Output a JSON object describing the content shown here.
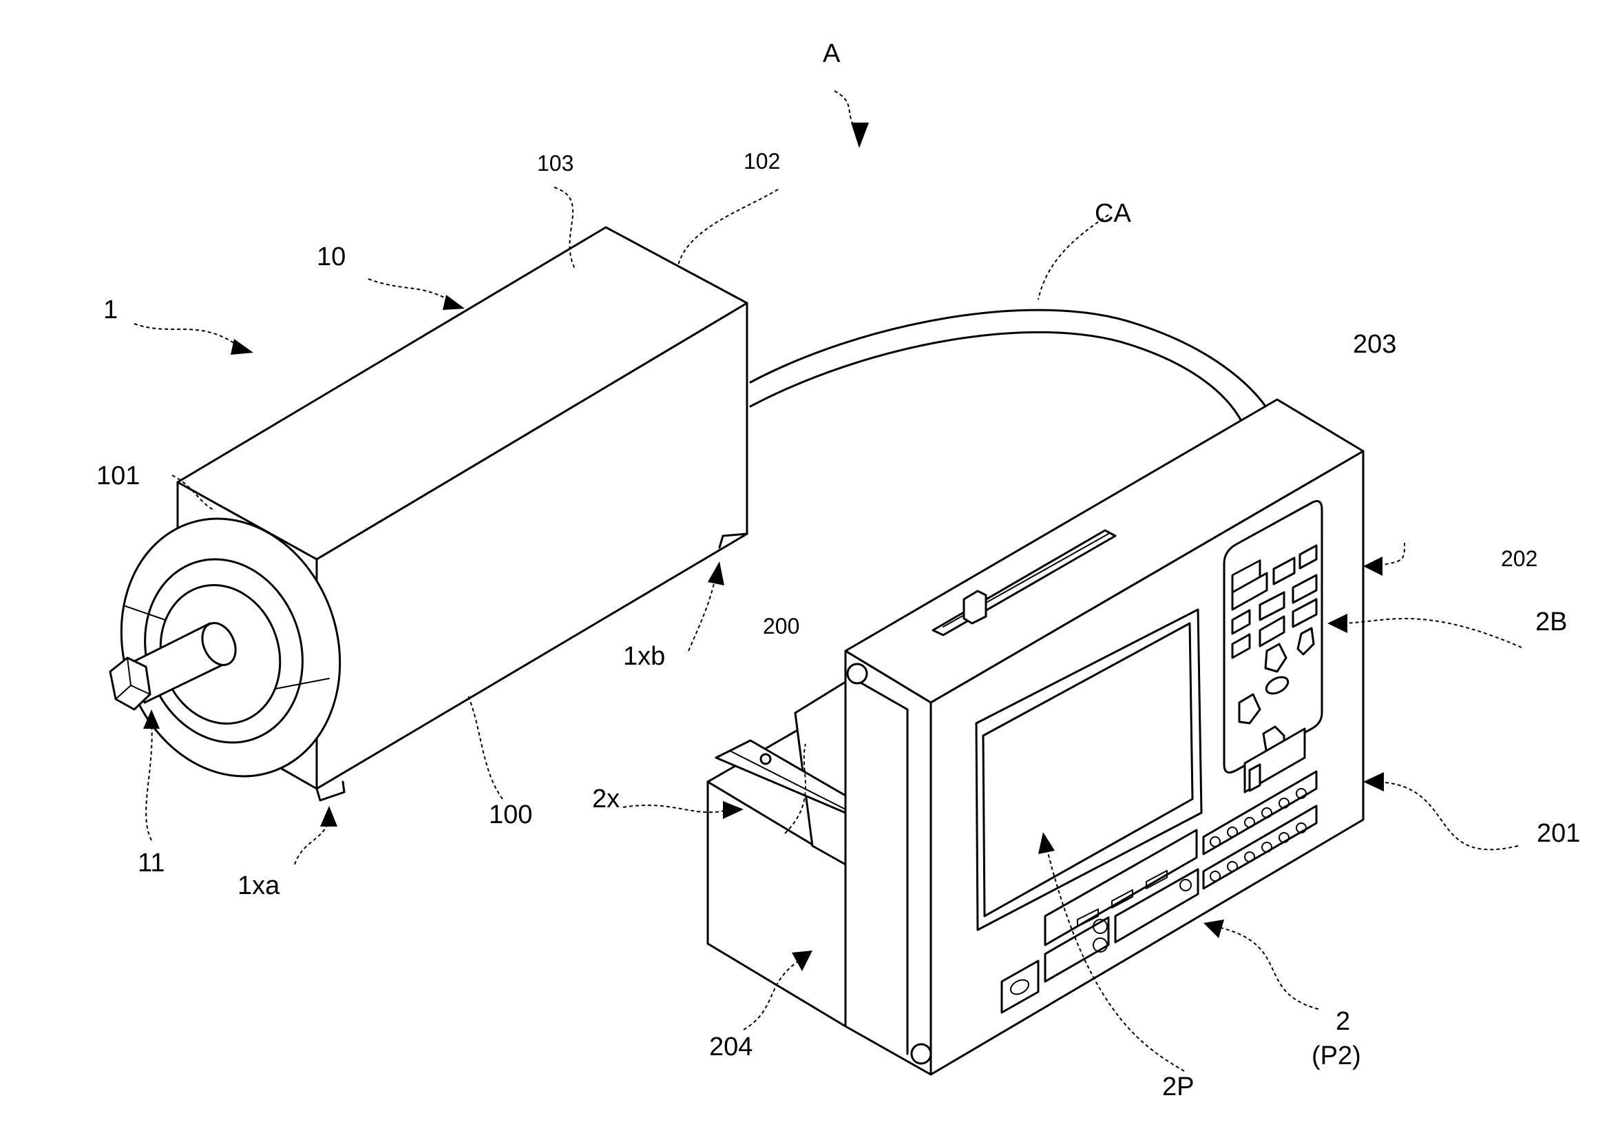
{
  "labels": {
    "A": "A",
    "CA": "CA",
    "1": "1",
    "10": "10",
    "11": "11",
    "100": "100",
    "101": "101",
    "102": "102",
    "103": "103",
    "1xa": "1xa",
    "1xb": "1xb",
    "2": "2",
    "P2": "(P2)",
    "2P": "2P",
    "2B": "2B",
    "2x": "2x",
    "200": "200",
    "201": "201",
    "202": "202",
    "203": "203",
    "204": "204"
  }
}
